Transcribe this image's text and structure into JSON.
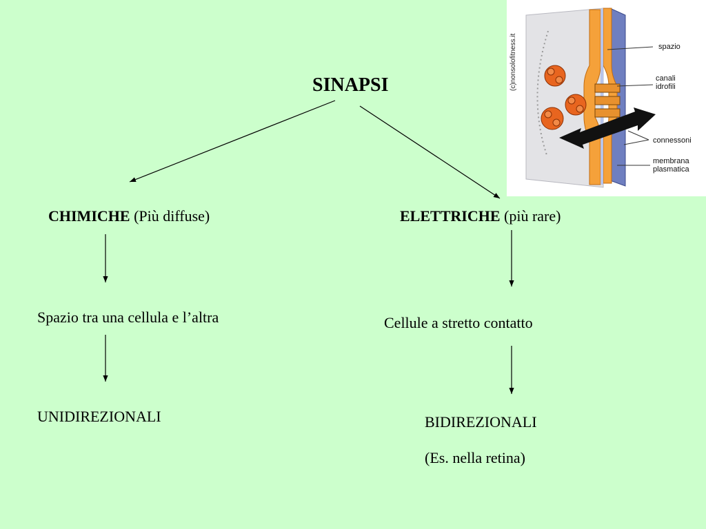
{
  "title": "SINAPSI",
  "left": {
    "heading": "CHIMICHE",
    "note": " (Più diffuse)",
    "step1": "Spazio tra una cellula e l’altra",
    "step2": "UNIDIREZIONALI"
  },
  "right": {
    "heading": "ELETTRICHE",
    "note": " (più rare)",
    "step1": "Cellule a stretto contatto",
    "step2": "BIDIREZIONALI",
    "step3": "(Es. nella retina)"
  },
  "figure": {
    "copyright": "(c)nonsolofitness.it",
    "labels": {
      "spazio": "spazio",
      "canali_1": "canali",
      "canali_2": "idrofili",
      "connessoni": "connessoni",
      "membrana_1": "membrana",
      "membrana_2": "plasmatica"
    }
  }
}
